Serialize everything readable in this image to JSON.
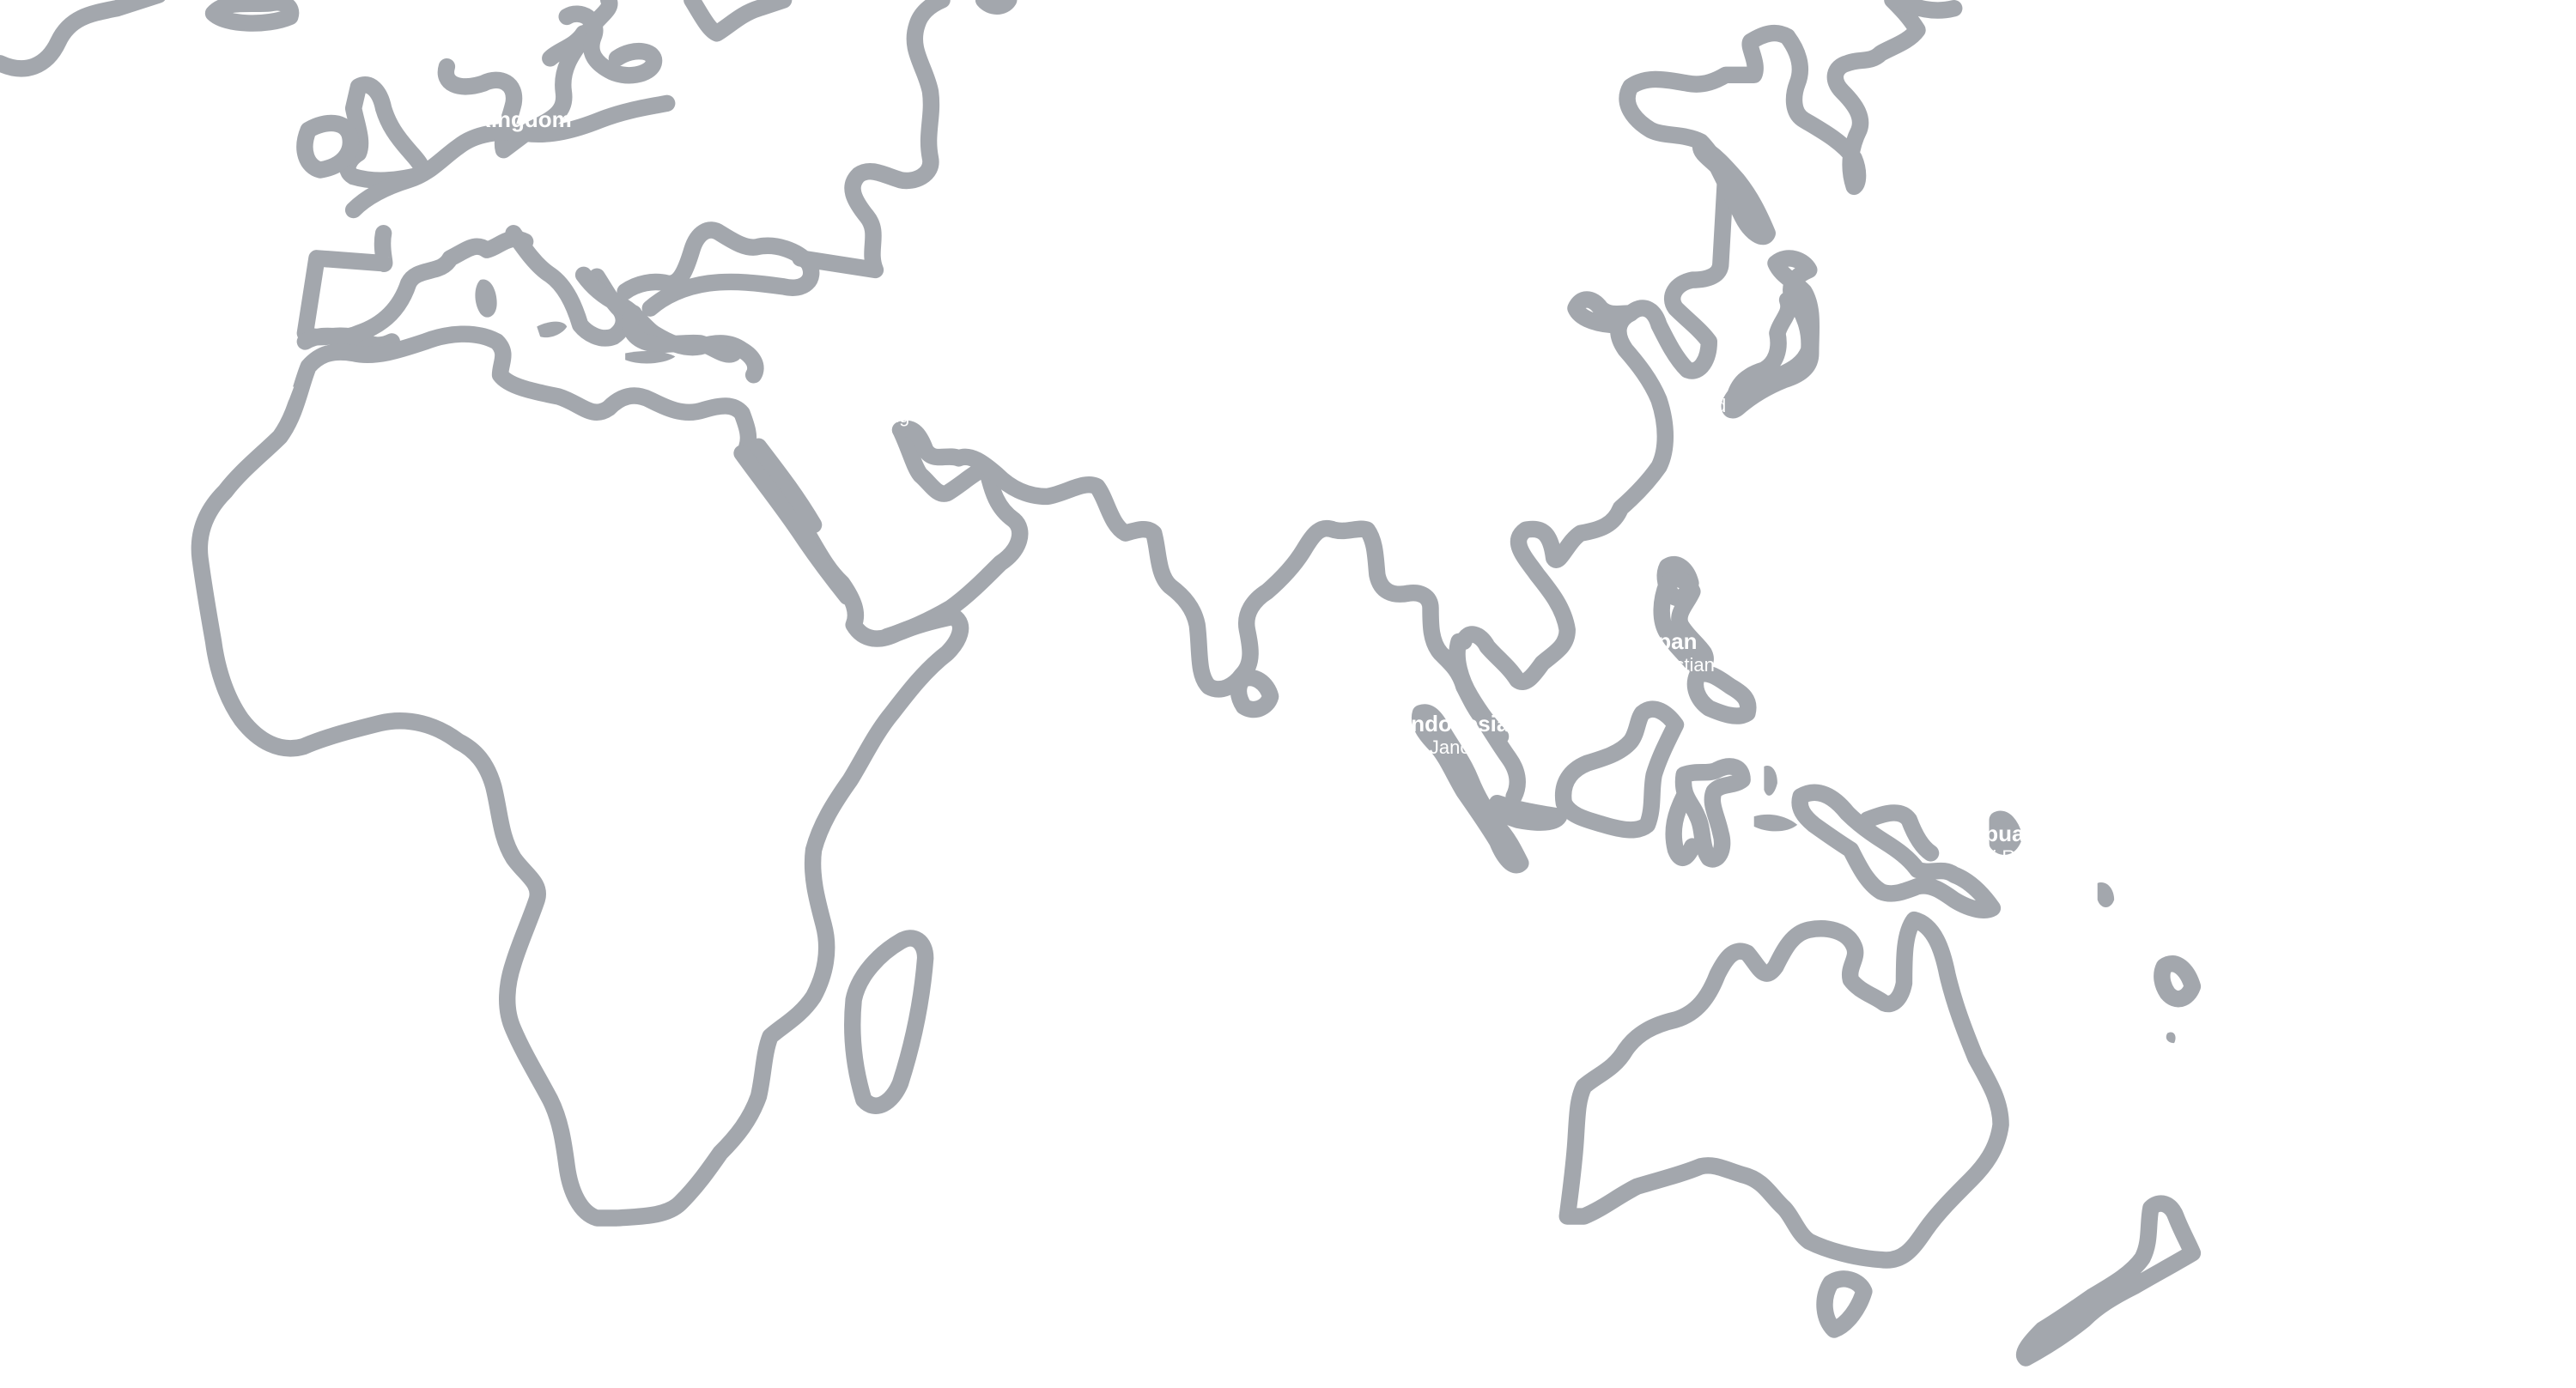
{
  "map": {
    "ocean_color": "#ffffff",
    "land_outline_color": "#a3a7ad",
    "label_color": "#ffffff"
  },
  "markers": [
    {
      "id": "united-kingdom",
      "name": "United Kingdom",
      "sub": ""
    },
    {
      "id": "north-africa",
      "name": "y",
      "sub": ""
    },
    {
      "id": "middle-east",
      "name": "",
      "sub": "ing"
    },
    {
      "id": "japan",
      "name": "",
      "sub": "d"
    },
    {
      "id": "philippines",
      "name": "pan",
      "sub": "Christian"
    },
    {
      "id": "indonesia",
      "name": "Indonesia",
      "sub": "Jancal"
    },
    {
      "id": "papua",
      "name": "pua",
      "sub": "Robi Ringe"
    }
  ]
}
